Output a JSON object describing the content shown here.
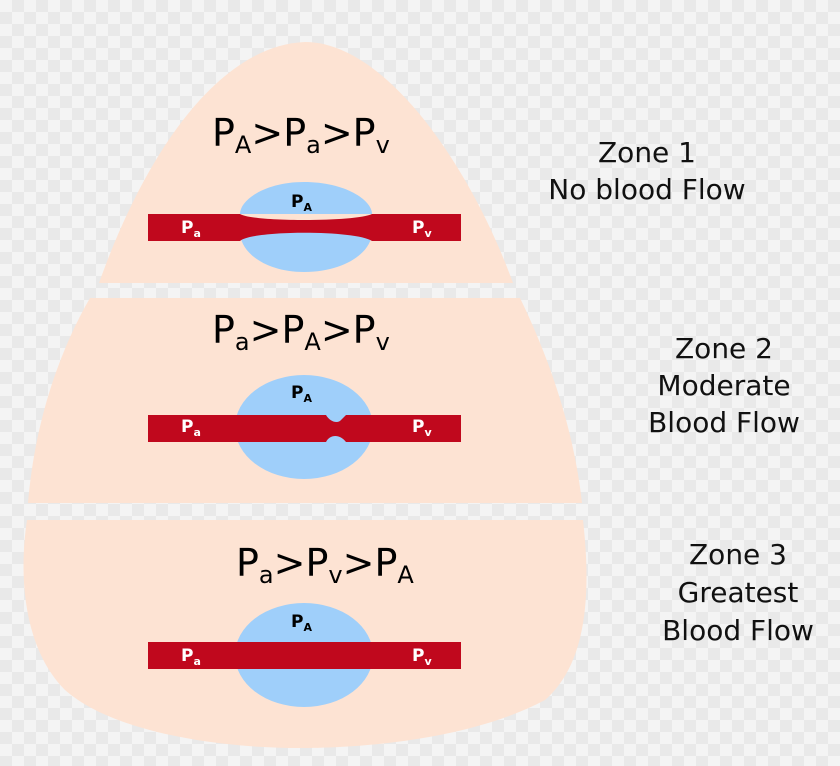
{
  "colors": {
    "lung": "#fde3d3",
    "alveolus": "#9fcffa",
    "vessel": "#c0081d",
    "vessel_label": "#ffffff",
    "alveolus_label": "#000000"
  },
  "zone1": {
    "equation": {
      "p1": "P",
      "s1": "A",
      "op1": ">",
      "p2": "P",
      "s2": "a",
      "op2": ">",
      "p3": "P",
      "s3": "v"
    },
    "alveolus_label": {
      "p": "P",
      "s": "A"
    },
    "arterial_label": {
      "p": "P",
      "s": "a"
    },
    "venous_label": {
      "p": "P",
      "s": "v"
    },
    "title": "Zone 1",
    "desc_line1": "No blood Flow"
  },
  "zone2": {
    "equation": {
      "p1": "P",
      "s1": "a",
      "op1": ">",
      "p2": "P",
      "s2": "A",
      "op2": ">",
      "p3": "P",
      "s3": "v"
    },
    "alveolus_label": {
      "p": "P",
      "s": "A"
    },
    "arterial_label": {
      "p": "P",
      "s": "a"
    },
    "venous_label": {
      "p": "P",
      "s": "v"
    },
    "title": "Zone 2",
    "desc_line1": "Moderate",
    "desc_line2": "Blood Flow"
  },
  "zone3": {
    "equation": {
      "p1": "P",
      "s1": "a",
      "op1": ">",
      "p2": "P",
      "s2": "v",
      "op2": ">",
      "p3": "P",
      "s3": "A"
    },
    "alveolus_label": {
      "p": "P",
      "s": "A"
    },
    "arterial_label": {
      "p": "P",
      "s": "a"
    },
    "venous_label": {
      "p": "P",
      "s": "v"
    },
    "title": "Zone 3",
    "desc_line1": "Greatest",
    "desc_line2": "Blood Flow"
  }
}
